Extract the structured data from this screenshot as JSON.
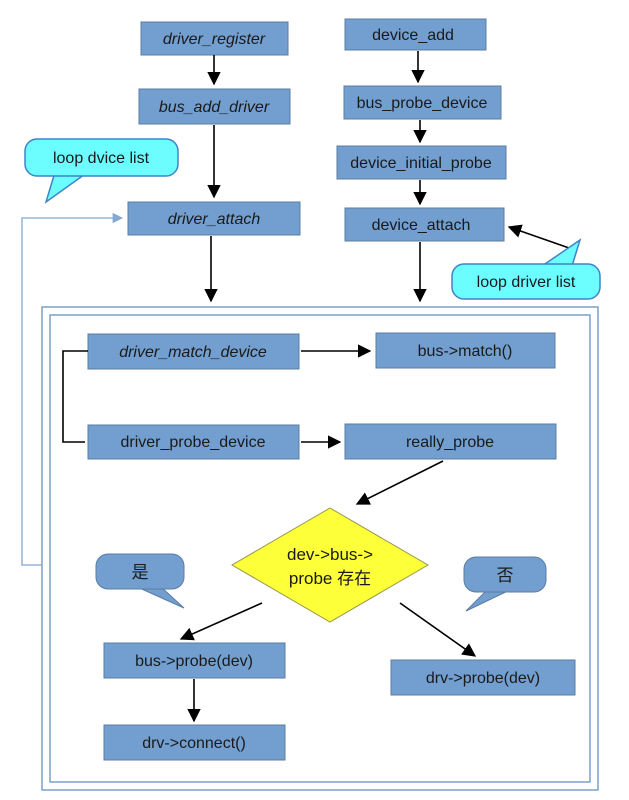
{
  "nodes": {
    "driver_register": "driver_register",
    "bus_add_driver": "bus_add_driver",
    "driver_attach": "driver_attach",
    "device_add": "device_add",
    "bus_probe_device": "bus_probe_device",
    "device_initial_probe": "device_initial_probe",
    "device_attach": "device_attach",
    "driver_match_device": "driver_match_device",
    "bus_match": "bus->match()",
    "driver_probe_device": "driver_probe_device",
    "really_probe": "really_probe",
    "bus_probe_dev": "bus->probe(dev)",
    "drv_probe_dev": "drv->probe(dev)",
    "drv_connect": "drv->connect()"
  },
  "decision": {
    "line1": "dev->bus->",
    "line2": "probe 存在"
  },
  "callouts": {
    "loop_device_list": "loop dvice list",
    "loop_driver_list": "loop driver list",
    "yes": "是",
    "no": "否"
  },
  "colors": {
    "node_fill": "#729fcf",
    "node_stroke": "#5b7ca3",
    "callout_fill": "#6bfdff",
    "callout_stroke": "#3f83c9",
    "diamond_fill": "#fdff38",
    "arrow": "#000000",
    "loop_line": "#85a8d0",
    "background": "#ffffff"
  }
}
